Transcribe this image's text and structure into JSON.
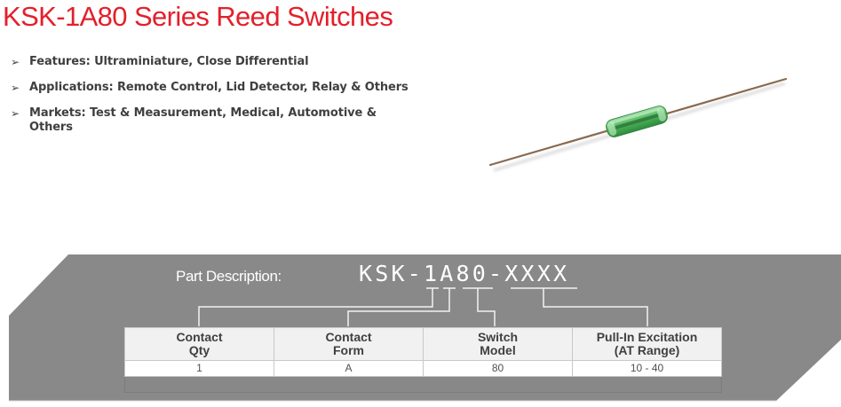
{
  "page": {
    "title": "KSK-1A80 Series Reed Switches"
  },
  "bullets": [
    {
      "icon": "arrow-bullet-icon",
      "glyph": "➢",
      "text": "Features: Ultraminiature, Close Differential"
    },
    {
      "icon": "arrow-bullet-icon",
      "glyph": "➢",
      "text": "Applications: Remote Control, Lid Detector, Relay  & Others"
    },
    {
      "icon": "arrow-bullet-icon",
      "glyph": "➢",
      "text": "Markets: Test & Measurement, Medical, Automotive & Others"
    }
  ],
  "product_image": {
    "description": "reed-switch-photo"
  },
  "part_description": {
    "label": "Part Description:",
    "code": "KSK-1A80-XXXX",
    "segments": [
      "1",
      "A",
      "80",
      "XXXX"
    ]
  },
  "spec_table": {
    "headers": [
      [
        "Contact",
        "Qty"
      ],
      [
        "Contact",
        "Form"
      ],
      [
        "Switch",
        "Model"
      ],
      [
        "Pull-In Excitation",
        "(AT Range)"
      ]
    ],
    "rows": [
      [
        "1",
        "A",
        "80",
        "10 - 40"
      ]
    ]
  },
  "colors": {
    "title": "#e3202b",
    "panel": "#898989",
    "text": "#3f3f3f",
    "table_header_bg": "#f1f1f1",
    "switch_glass": "#5cbf6a",
    "lead_wire": "#8a6a4e"
  }
}
